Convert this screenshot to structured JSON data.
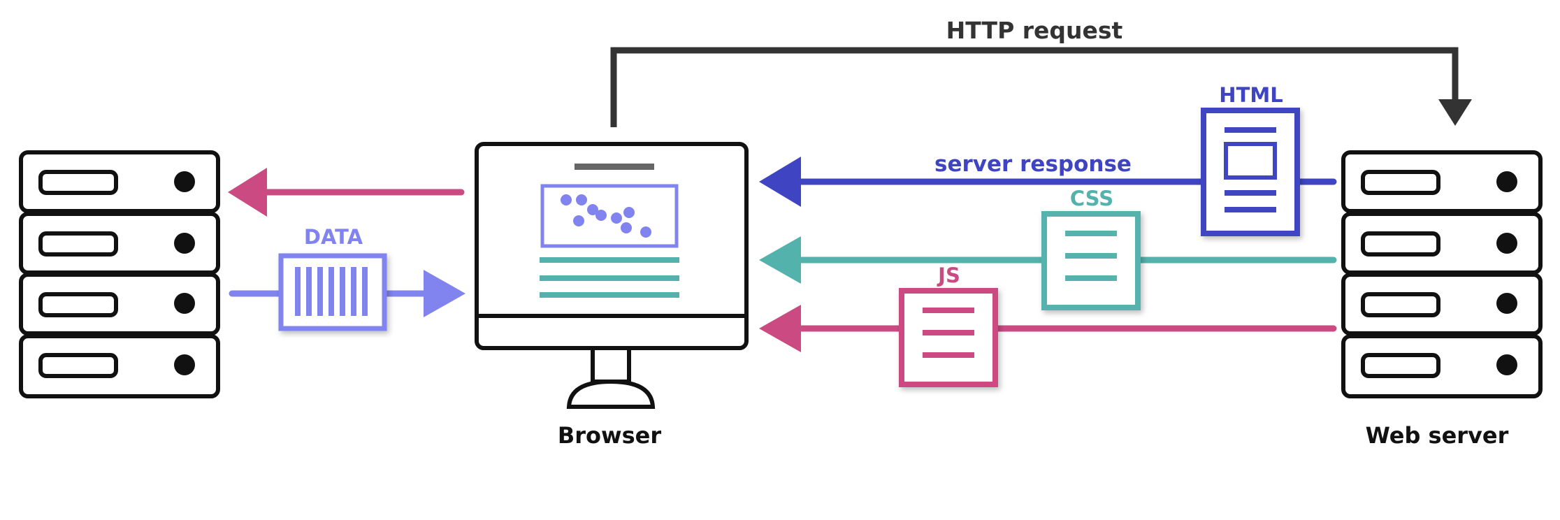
{
  "labels": {
    "http_request": "HTTP request",
    "server_response": "server response",
    "browser": "Browser",
    "web_server": "Web server",
    "data": "DATA",
    "html": "HTML",
    "css": "CSS",
    "js": "JS"
  },
  "colors": {
    "dark": "#333333",
    "black": "#111111",
    "html_blue": "#3F45C2",
    "css_teal": "#54B2AC",
    "js_pink": "#CC4A82",
    "data_purple": "#8184EE"
  }
}
